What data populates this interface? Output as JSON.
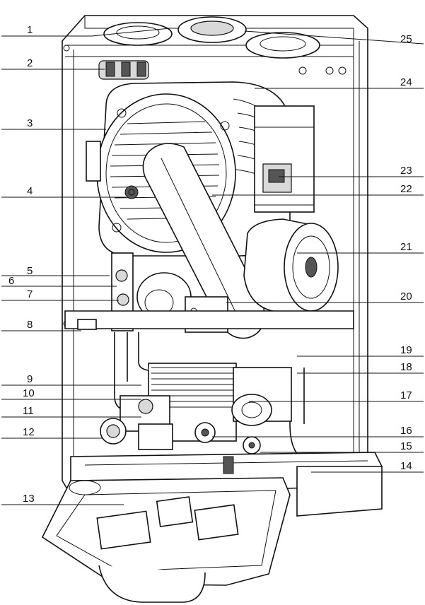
{
  "diagram": {
    "callouts_left": [
      "1",
      "2",
      "3",
      "4",
      "5",
      "6",
      "7",
      "8",
      "9",
      "10",
      "11",
      "12",
      "13"
    ],
    "callouts_right": [
      "25",
      "24",
      "23",
      "22",
      "21",
      "20",
      "19",
      "18",
      "17",
      "16",
      "15",
      "14"
    ]
  }
}
